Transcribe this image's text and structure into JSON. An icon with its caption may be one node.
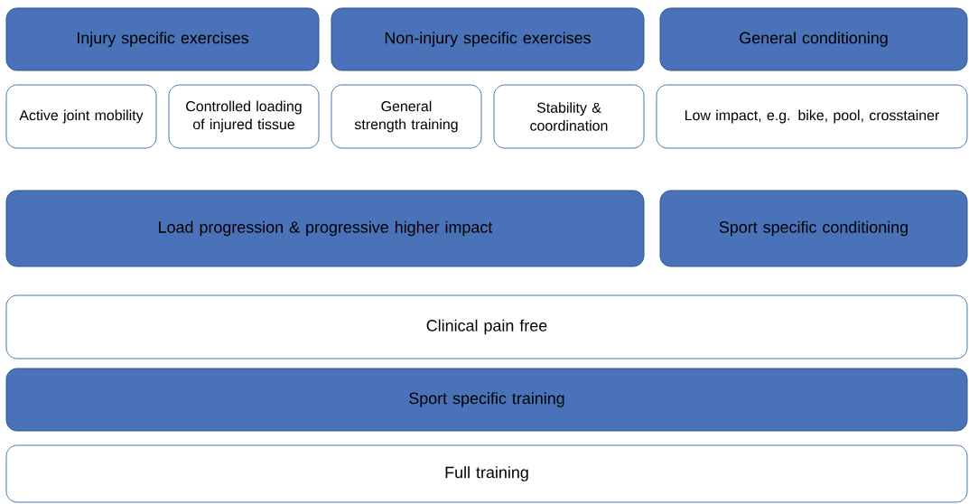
{
  "diagram": {
    "nodes": [
      {
        "text": [
          "Injury specific exercises"
        ]
      },
      {
        "text": [
          "Non-injury specific exercises"
        ]
      },
      {
        "text": [
          "General conditioning"
        ]
      },
      {
        "text": [
          "Active joint mobility"
        ]
      },
      {
        "text": [
          "Controlled loading of injured tissue"
        ]
      },
      {
        "text": [
          "General strength training"
        ]
      },
      {
        "text": [
          "Stability & coordination"
        ]
      },
      {
        "text": [
          "Low impact, e.g. bike, pool, crosstainer"
        ]
      },
      {
        "text": [
          "Load progression & progressive higher impact"
        ]
      },
      {
        "text": [
          "Sport specific conditioning"
        ]
      },
      {
        "text": [
          "Clinical pain free"
        ]
      },
      {
        "text": [
          "Sport specific training"
        ]
      },
      {
        "text": [
          "Full training"
        ]
      }
    ]
  }
}
